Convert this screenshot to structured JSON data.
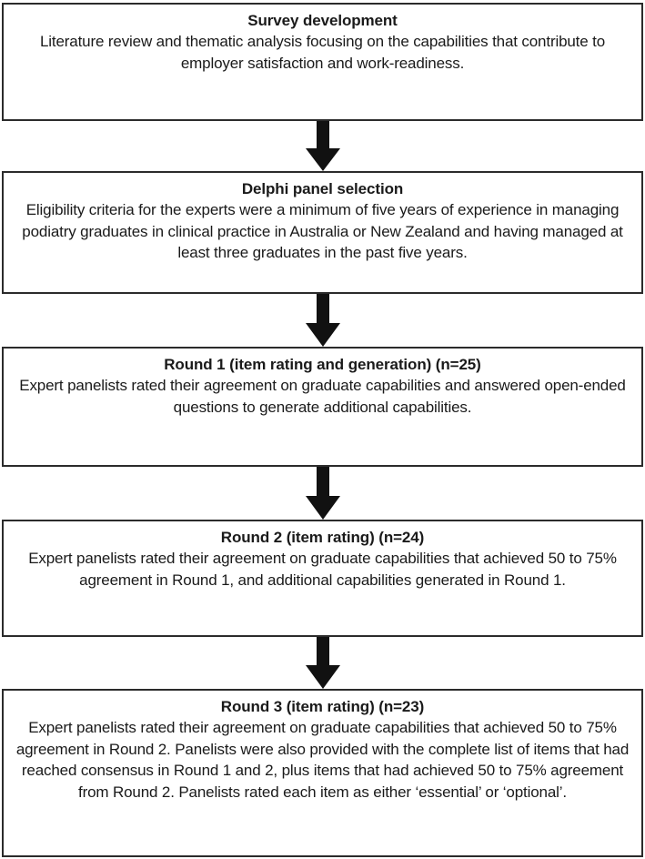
{
  "diagram": {
    "title": "Delphi study process flowchart",
    "type": "vertical-flowchart",
    "colors": {
      "box_border": "#2b2b2b",
      "box_fill": "#ffffff",
      "arrow_fill": "#111111",
      "text": "#1a1a1a"
    },
    "arrow_label": "downward-arrow",
    "nodes": [
      {
        "id": "survey-development",
        "title": "Survey development",
        "body": "Literature review and thematic analysis focusing on the capabilities that contribute to employer satisfaction and work-readiness."
      },
      {
        "id": "delphi-panel-selection",
        "title": "Delphi panel selection",
        "body": "Eligibility criteria for the experts were a minimum of five years of experience in managing podiatry graduates in clinical practice in Australia or New Zealand and having managed at least three graduates in the past five years."
      },
      {
        "id": "round-1",
        "title": "Round 1 (item rating and generation) (n=25)",
        "body": "Expert panelists rated their agreement on graduate capabilities and answered open-ended questions to generate additional capabilities."
      },
      {
        "id": "round-2",
        "title": "Round 2 (item rating) (n=24)",
        "body": "Expert panelists rated their agreement on graduate capabilities that achieved 50 to 75% agreement in Round 1, and additional capabilities generated in Round 1."
      },
      {
        "id": "round-3",
        "title": "Round 3 (item rating) (n=23)",
        "body": "Expert panelists rated their agreement on graduate capabilities that achieved 50 to 75% agreement in Round 2. Panelists were also provided with the complete list of items that had reached consensus in Round 1 and 2, plus items that had achieved 50 to 75% agreement from Round 2. Panelists rated each item as either ‘essential’ or ‘optional’."
      }
    ]
  }
}
